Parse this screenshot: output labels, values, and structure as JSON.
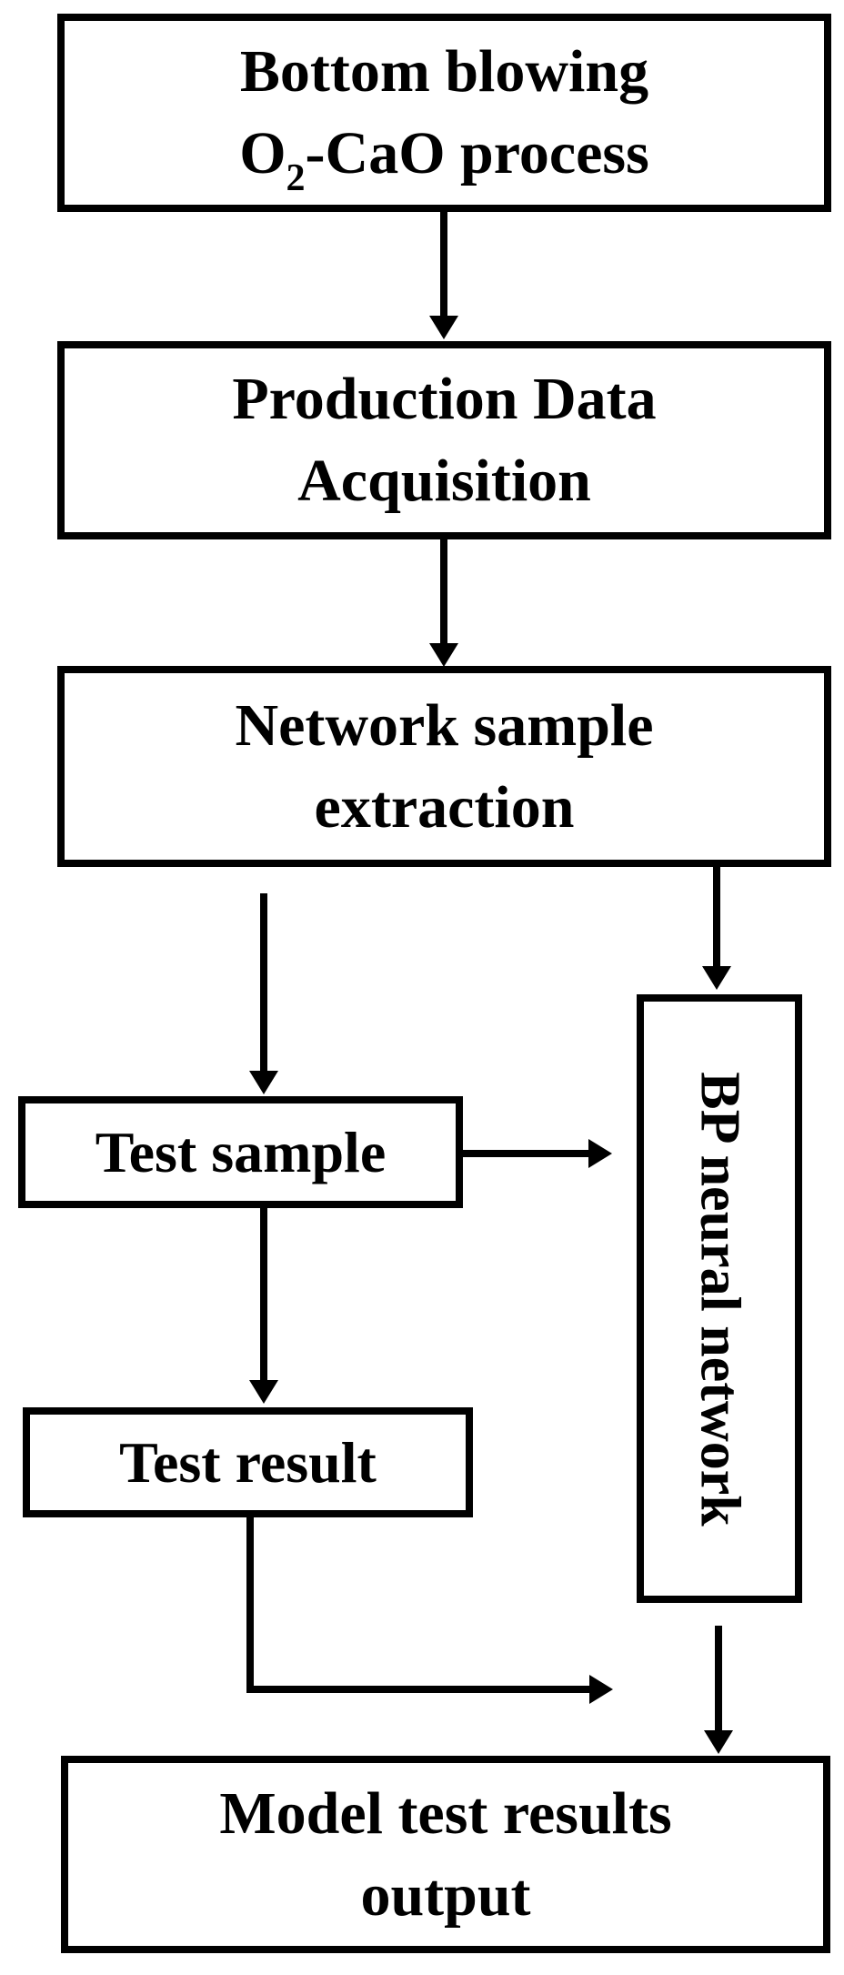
{
  "colors": {
    "ink": "#000000",
    "paper": "#ffffff"
  },
  "nodes": {
    "process": {
      "line1": "Bottom blowing",
      "line2_pre": "O",
      "line2_sub": "2",
      "line2_post": "-CaO process"
    },
    "acquisition": {
      "line1": "Production Data",
      "line2": "Acquisition"
    },
    "extraction": {
      "line1": "Network sample",
      "line2": "extraction"
    },
    "test_sample": {
      "label": "Test sample"
    },
    "bp_network": {
      "label": "BP neural network"
    },
    "test_result": {
      "label": "Test result"
    },
    "output": {
      "line1": "Model test results",
      "line2": "output"
    }
  },
  "edges": [
    {
      "from": "process",
      "to": "acquisition",
      "type": "arrow"
    },
    {
      "from": "acquisition",
      "to": "extraction",
      "type": "arrow"
    },
    {
      "from": "extraction",
      "to": "test_sample",
      "type": "arrow"
    },
    {
      "from": "extraction",
      "to": "bp_network",
      "type": "arrow"
    },
    {
      "from": "test_sample",
      "to": "bp_network",
      "type": "arrow"
    },
    {
      "from": "test_sample",
      "to": "test_result",
      "type": "arrow"
    },
    {
      "from": "test_result",
      "to": "output",
      "type": "elbow-arrow"
    },
    {
      "from": "bp_network",
      "to": "output",
      "type": "arrow"
    }
  ]
}
